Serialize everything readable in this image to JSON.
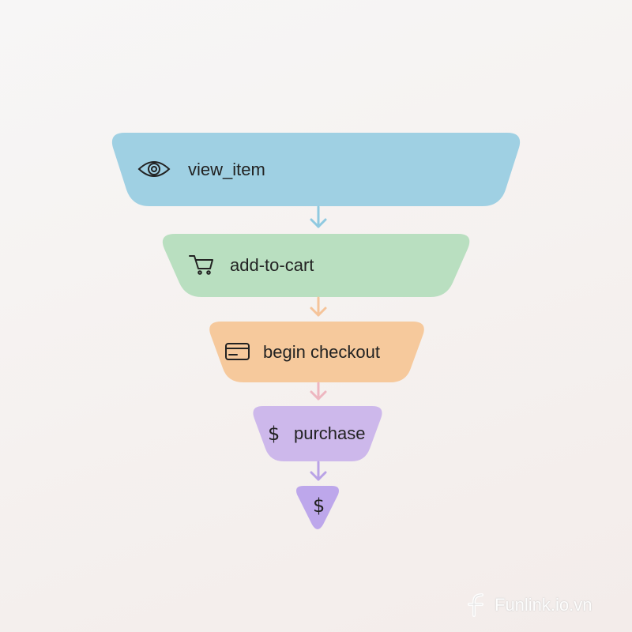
{
  "stages": [
    {
      "label": "view_item",
      "icon": "eye-icon",
      "color": "#9fd0e3",
      "arrow_color": "#8fc9e0"
    },
    {
      "label": "add-to-cart",
      "icon": "cart-icon",
      "color": "#b9dfc0",
      "arrow_color": "#f5c49a"
    },
    {
      "label": "begin checkout",
      "icon": "credit-card-icon",
      "color": "#f6c99c",
      "arrow_color": "#eeb6c0"
    },
    {
      "label": "purchase",
      "icon": "dollar-icon",
      "color": "#cdb8eb",
      "arrow_color": "#b9a2e6"
    },
    {
      "label": "",
      "icon": "dollar-icon",
      "color": "#bda7eb"
    }
  ],
  "watermark": {
    "text": "Funlink.io.vn",
    "icon": "funlink-logo-icon"
  }
}
